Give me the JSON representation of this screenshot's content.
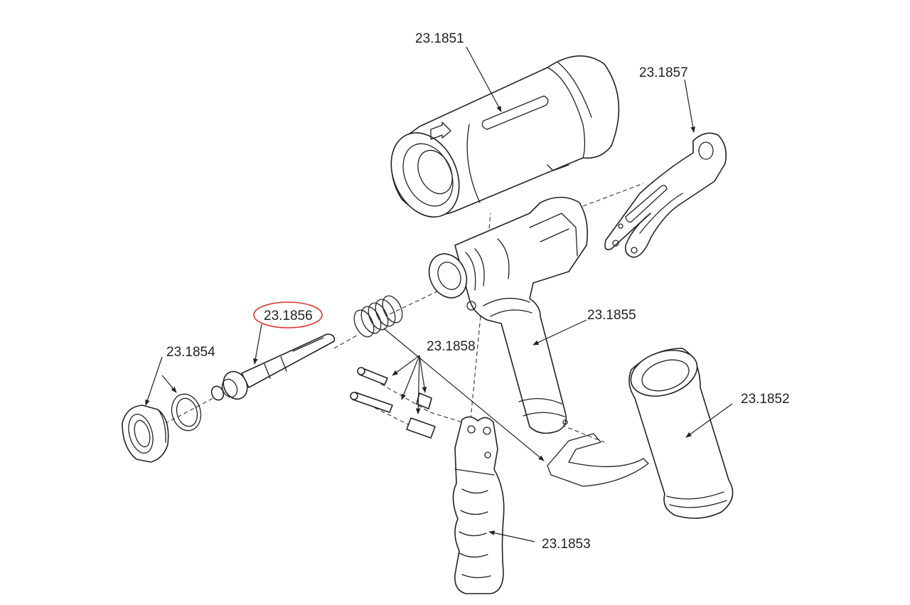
{
  "parts": [
    {
      "id": "p1851",
      "label": "23.1851",
      "highlighted": false
    },
    {
      "id": "p1857",
      "label": "23.1857",
      "highlighted": false
    },
    {
      "id": "p1855",
      "label": "23.1855",
      "highlighted": false
    },
    {
      "id": "p1856",
      "label": "23.1856",
      "highlighted": true
    },
    {
      "id": "p1854",
      "label": "23.1854",
      "highlighted": false
    },
    {
      "id": "p1858",
      "label": "23.1858",
      "highlighted": false
    },
    {
      "id": "p1852",
      "label": "23.1852",
      "highlighted": false
    },
    {
      "id": "p1853",
      "label": "23.1853",
      "highlighted": false
    }
  ],
  "colors": {
    "line": "#222222",
    "highlight": "#e0302a",
    "background": "#ffffff"
  }
}
